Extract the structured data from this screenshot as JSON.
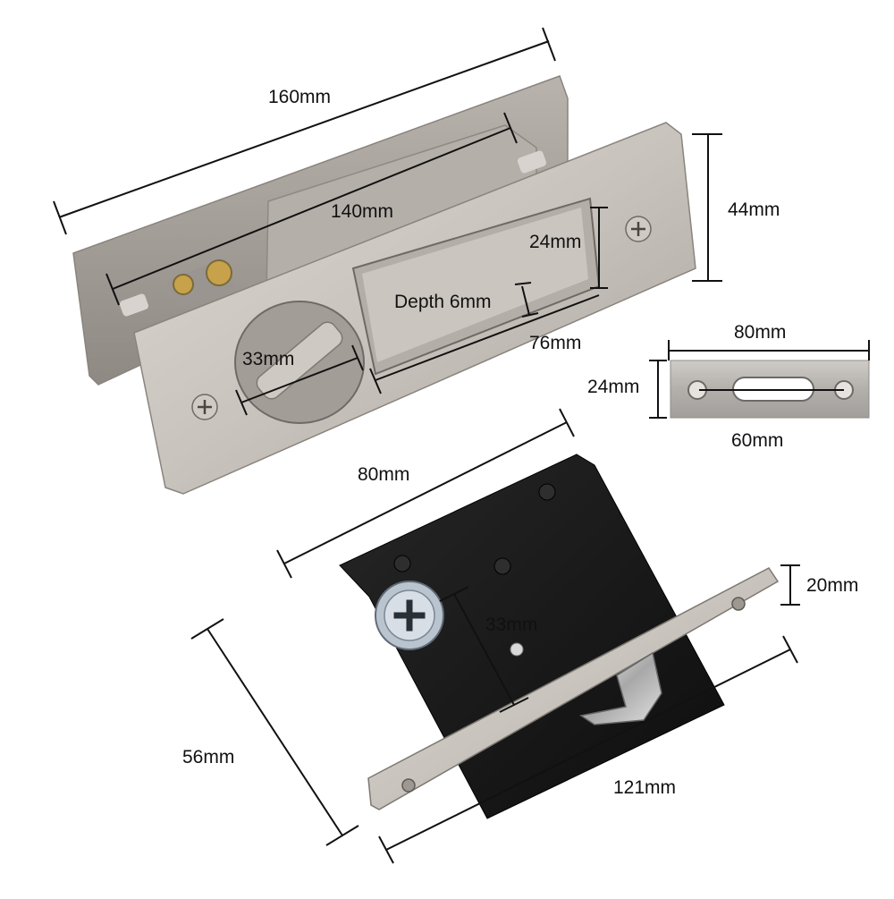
{
  "dimensions": {
    "overall_length": "160mm",
    "inner_length": "140mm",
    "plate_height": "44mm",
    "pull_height": "24mm",
    "pull_depth": "Depth 6mm",
    "pull_length": "76mm",
    "turn_diameter": "33mm",
    "strike_length": "80mm",
    "strike_height": "24mm",
    "strike_hole_spacing": "60mm",
    "body_length": "80mm",
    "faceplate_width": "20mm",
    "backset": "33mm",
    "body_height": "56mm",
    "faceplate_length": "121mm"
  },
  "colors": {
    "nickel": "#c9c3bd",
    "nickel_dark": "#9e9892",
    "brushed_steel": "#bdbab6",
    "lock_body": "#141414",
    "dimension_line": "#111111"
  }
}
